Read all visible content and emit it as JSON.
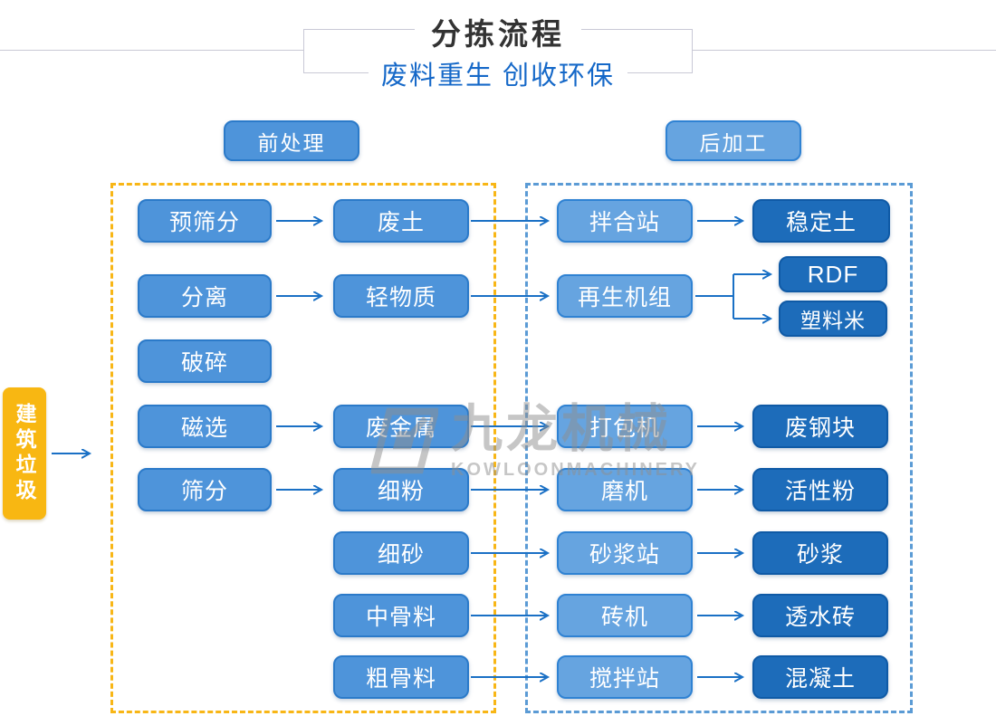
{
  "header": {
    "title": "分拣流程",
    "subtitle": "废料重生 创收环保"
  },
  "stages": {
    "pre": {
      "label": "前处理"
    },
    "post": {
      "label": "后加工"
    }
  },
  "source": {
    "label": "建筑垃圾"
  },
  "nodes": {
    "col1": [
      {
        "label": "预筛分"
      },
      {
        "label": "分离"
      },
      {
        "label": "破碎"
      },
      {
        "label": "磁选"
      },
      {
        "label": "筛分"
      }
    ],
    "col2": [
      {
        "label": "废土"
      },
      {
        "label": "轻物质"
      },
      {
        "label": "废金属"
      },
      {
        "label": "细粉"
      },
      {
        "label": "细砂"
      },
      {
        "label": "中骨料"
      },
      {
        "label": "粗骨料"
      }
    ],
    "col3": [
      {
        "label": "拌合站"
      },
      {
        "label": "再生机组"
      },
      {
        "label": "打包机"
      },
      {
        "label": "磨机"
      },
      {
        "label": "砂浆站"
      },
      {
        "label": "砖机"
      },
      {
        "label": "搅拌站"
      }
    ],
    "col4": [
      {
        "label": "稳定土"
      },
      {
        "label": "RDF"
      },
      {
        "label": "塑料米"
      },
      {
        "label": "废钢块"
      },
      {
        "label": "活性粉"
      },
      {
        "label": "砂浆"
      },
      {
        "label": "透水砖"
      },
      {
        "label": "混凝土"
      }
    ]
  },
  "watermark": {
    "logo": "kowloon-machinery-logo",
    "cn": "九龙机械",
    "en": "KOWLOONMACHINERY"
  },
  "colors": {
    "box-mid": "#4e94da",
    "box-mid-border": "#2b7ac9",
    "box-light": "#66a4e0",
    "box-light-border": "#2f82d3",
    "box-dark": "#1d6cba",
    "box-dark-border": "#0f5aa6",
    "dash-yellow": "#f8b616",
    "dash-blue": "#5b9bd5",
    "accent-yellow": "#f8b712",
    "arrow": "#1a70c5",
    "title": "#333333",
    "subtitle": "#1568c8",
    "frame": "#c9c9d6",
    "watermark": "#8f8f8f"
  }
}
